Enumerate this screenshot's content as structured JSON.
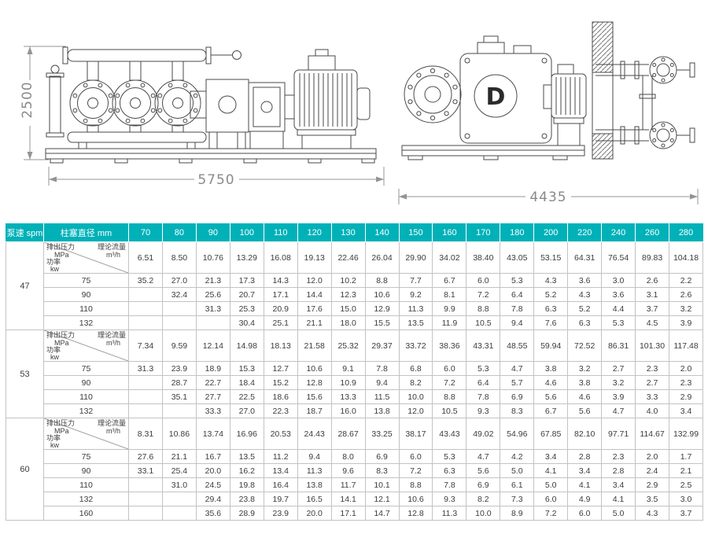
{
  "meta": {
    "accent_color": "#00b1b8"
  },
  "drawings": {
    "dim_left_height": "2500",
    "dim_left_width": "5750",
    "dim_right_width": "4435",
    "logo": "D"
  },
  "table": {
    "col_speed": "泵速 spm",
    "col_diameter": "柱塞直径 mm",
    "diameters": [
      "70",
      "80",
      "90",
      "100",
      "110",
      "120",
      "130",
      "140",
      "150",
      "160",
      "170",
      "180",
      "200",
      "220",
      "240",
      "260",
      "280"
    ],
    "corner": {
      "pressure_label": "排出压力",
      "pressure_unit": "MPa",
      "flow_label": "理论流量",
      "flow_unit": "m³/h",
      "power_label": "功率",
      "power_unit": "kw"
    },
    "groups": [
      {
        "speed": "47",
        "flow": [
          "6.51",
          "8.50",
          "10.76",
          "13.29",
          "16.08",
          "19.13",
          "22.46",
          "26.04",
          "29.90",
          "34.02",
          "38.40",
          "43.05",
          "53.15",
          "64.31",
          "76.54",
          "89.83",
          "104.18"
        ],
        "rows": [
          {
            "power": "75",
            "offset": 0,
            "values": [
              "35.2",
              "27.0",
              "21.3",
              "17.3",
              "14.3",
              "12.0",
              "10.2",
              "8.8",
              "7.7",
              "6.7",
              "6.0",
              "5.3",
              "4.3",
              "3.6",
              "3.0",
              "2.6",
              "2.2"
            ]
          },
          {
            "power": "90",
            "offset": 1,
            "values": [
              "32.4",
              "25.6",
              "20.7",
              "17.1",
              "14.4",
              "12.3",
              "10.6",
              "9.2",
              "8.1",
              "7.2",
              "6.4",
              "5.2",
              "4.3",
              "3.6",
              "3.1",
              "2.6"
            ]
          },
          {
            "power": "110",
            "offset": 2,
            "values": [
              "31.3",
              "25.3",
              "20.9",
              "17.6",
              "15.0",
              "12.9",
              "11.3",
              "9.9",
              "8.8",
              "7.8",
              "6.3",
              "5.2",
              "4.4",
              "3.7",
              "3.2"
            ]
          },
          {
            "power": "132",
            "offset": 3,
            "values": [
              "30.4",
              "25.1",
              "21.1",
              "18.0",
              "15.5",
              "13.5",
              "11.9",
              "10.5",
              "9.4",
              "7.6",
              "6.3",
              "5.3",
              "4.5",
              "3.9"
            ]
          }
        ]
      },
      {
        "speed": "53",
        "flow": [
          "7.34",
          "9.59",
          "12.14",
          "14.98",
          "18.13",
          "21.58",
          "25.32",
          "29.37",
          "33.72",
          "38.36",
          "43.31",
          "48.55",
          "59.94",
          "72.52",
          "86.31",
          "101.30",
          "117.48"
        ],
        "rows": [
          {
            "power": "75",
            "offset": 0,
            "values": [
              "31.3",
              "23.9",
              "18.9",
              "15.3",
              "12.7",
              "10.6",
              "9.1",
              "7.8",
              "6.8",
              "6.0",
              "5.3",
              "4.7",
              "3.8",
              "3.2",
              "2.7",
              "2.3",
              "2.0"
            ]
          },
          {
            "power": "90",
            "offset": 1,
            "values": [
              "28.7",
              "22.7",
              "18.4",
              "15.2",
              "12.8",
              "10.9",
              "9.4",
              "8.2",
              "7.2",
              "6.4",
              "5.7",
              "4.6",
              "3.8",
              "3.2",
              "2.7",
              "2.3"
            ]
          },
          {
            "power": "110",
            "offset": 1,
            "values": [
              "35.1",
              "27.7",
              "22.5",
              "18.6",
              "15.6",
              "13.3",
              "11.5",
              "10.0",
              "8.8",
              "7.8",
              "6.9",
              "5.6",
              "4.6",
              "3.9",
              "3.3",
              "2.9"
            ]
          },
          {
            "power": "132",
            "offset": 2,
            "values": [
              "33.3",
              "27.0",
              "22.3",
              "18.7",
              "16.0",
              "13.8",
              "12.0",
              "10.5",
              "9.3",
              "8.3",
              "6.7",
              "5.6",
              "4.7",
              "4.0",
              "3.4"
            ]
          }
        ]
      },
      {
        "speed": "60",
        "flow": [
          "8.31",
          "10.86",
          "13.74",
          "16.96",
          "20.53",
          "24.43",
          "28.67",
          "33.25",
          "38.17",
          "43.43",
          "49.02",
          "54.96",
          "67.85",
          "82.10",
          "97.71",
          "114.67",
          "132.99"
        ],
        "rows": [
          {
            "power": "75",
            "offset": 0,
            "values": [
              "27.6",
              "21.1",
              "16.7",
              "13.5",
              "11.2",
              "9.4",
              "8.0",
              "6.9",
              "6.0",
              "5.3",
              "4.7",
              "4.2",
              "3.4",
              "2.8",
              "2.3",
              "2.0",
              "1.7"
            ]
          },
          {
            "power": "90",
            "offset": 0,
            "values": [
              "33.1",
              "25.4",
              "20.0",
              "16.2",
              "13.4",
              "11.3",
              "9.6",
              "8.3",
              "7.2",
              "6.3",
              "5.6",
              "5.0",
              "4.1",
              "3.4",
              "2.8",
              "2.4",
              "2.1"
            ]
          },
          {
            "power": "110",
            "offset": 1,
            "values": [
              "31.0",
              "24.5",
              "19.8",
              "16.4",
              "13.8",
              "11.7",
              "10.1",
              "8.8",
              "7.8",
              "6.9",
              "6.1",
              "5.0",
              "4.1",
              "3.4",
              "2.9",
              "2.5"
            ]
          },
          {
            "power": "132",
            "offset": 2,
            "values": [
              "29.4",
              "23.8",
              "19.7",
              "16.5",
              "14.1",
              "12.1",
              "10.6",
              "9.3",
              "8.2",
              "7.3",
              "6.0",
              "4.9",
              "4.1",
              "3.5",
              "3.0"
            ]
          },
          {
            "power": "160",
            "offset": 2,
            "values": [
              "35.6",
              "28.9",
              "23.9",
              "20.0",
              "17.1",
              "14.7",
              "12.8",
              "11.3",
              "10.0",
              "8.9",
              "7.2",
              "6.0",
              "5.0",
              "4.3",
              "3.7"
            ]
          }
        ]
      }
    ]
  }
}
